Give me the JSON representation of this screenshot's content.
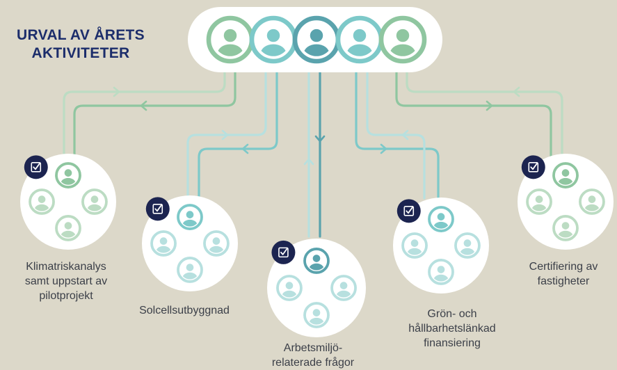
{
  "title": {
    "line1": "URVAL AV ÅRETS",
    "line2": "AKTIVITETER"
  },
  "colors": {
    "background": "#dcd8c9",
    "green": "#8fc6a0",
    "teal": "#7dc9c9",
    "dark_teal": "#5aa3ad",
    "pale_green": "#bcdcc3",
    "pale_teal": "#b7e0df",
    "check_badge": "#1c2450",
    "title": "#1c2d6b"
  },
  "hub_icons": [
    "user-green",
    "user-teal",
    "user-dark-teal",
    "user-teal",
    "user-green"
  ],
  "activities": [
    {
      "name": "klimatrisk",
      "lines": [
        "Klimatriskanalys",
        "samt uppstart av",
        "pilotprojekt"
      ],
      "theme": "green"
    },
    {
      "name": "solcell",
      "lines": [
        "Solcellsutbyggnad"
      ],
      "theme": "teal"
    },
    {
      "name": "arbetsmiljo",
      "lines": [
        "Arbetsmiljö-",
        "relaterade frågor"
      ],
      "theme": "dark_teal"
    },
    {
      "name": "gron-finans",
      "lines": [
        "Grön- och",
        "hållbarhetslänkad",
        "finansiering"
      ],
      "theme": "teal"
    },
    {
      "name": "certifiering",
      "lines": [
        "Certifiering av",
        "fastigheter"
      ],
      "theme": "green"
    }
  ]
}
